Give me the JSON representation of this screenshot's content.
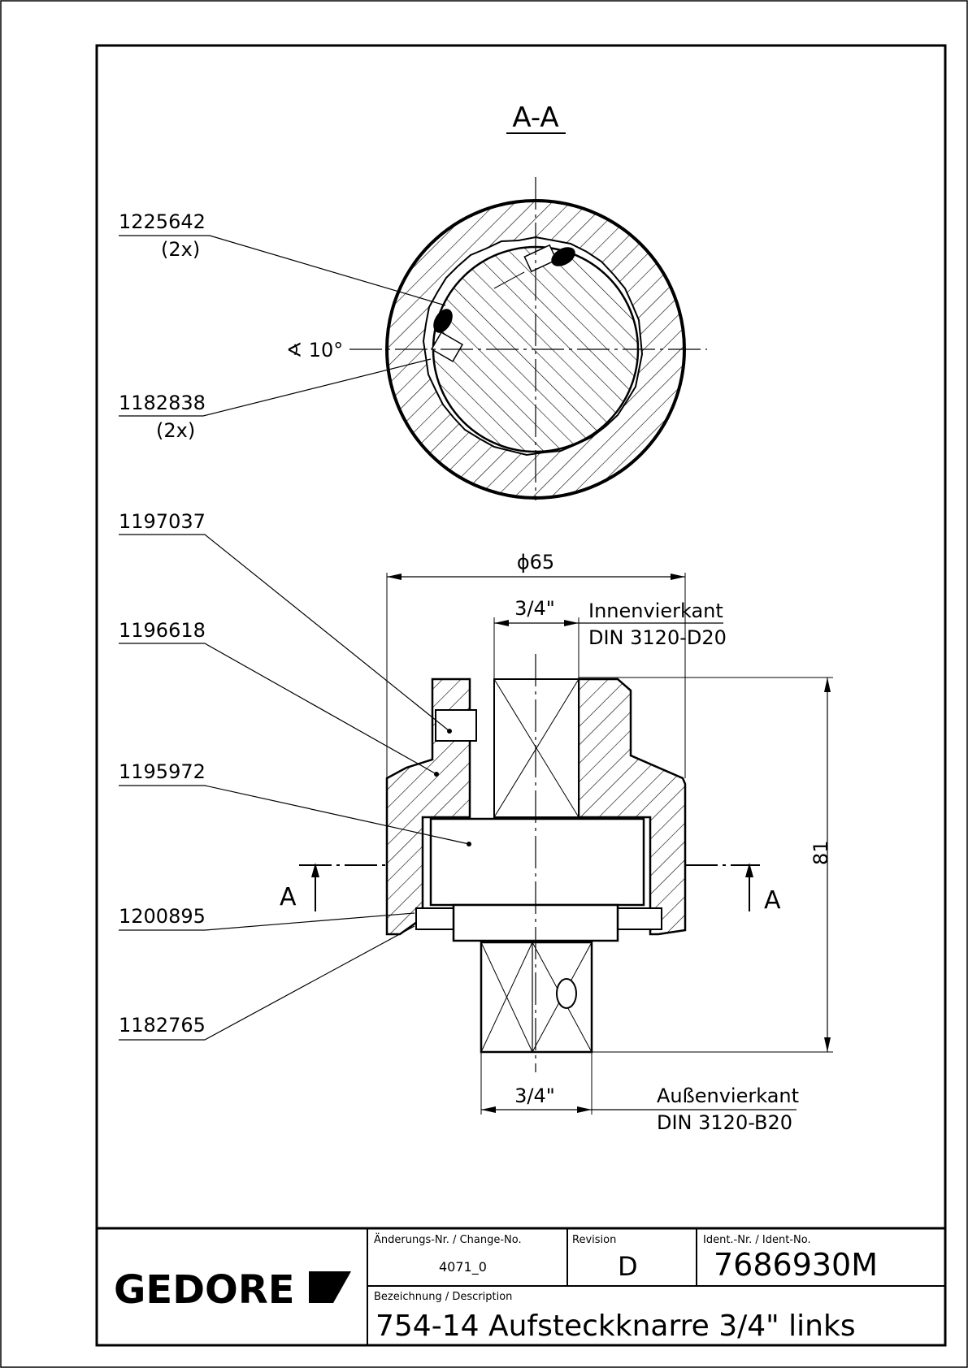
{
  "section_title": "A-A",
  "callouts": {
    "c1225642": {
      "number": "1225642",
      "qty": "(2x)"
    },
    "c1182838": {
      "number": "1182838",
      "qty": "(2x)"
    },
    "c1197037": {
      "number": "1197037"
    },
    "c1196618": {
      "number": "1196618"
    },
    "c1195972": {
      "number": "1195972"
    },
    "c1200895": {
      "number": "1200895"
    },
    "c1182765": {
      "number": "1182765"
    }
  },
  "angle_label": "∢ 10°",
  "dimensions": {
    "diameter": "ϕ65",
    "drive_inner": "3/4\"",
    "inner_square_name": "Innenvierkant",
    "inner_square_std": "DIN 3120-D20",
    "height": "81",
    "drive_outer": "3/4\"",
    "outer_square_name": "Außenvierkant",
    "outer_square_std": "DIN 3120-B20"
  },
  "section_marks": {
    "left": "A",
    "right": "A"
  },
  "title_block": {
    "brand": "GEDORE",
    "change_label": "Änderungs-Nr. / Change-No.",
    "change_value": "4071_0",
    "revision_label": "Revision",
    "revision_value": "D",
    "ident_label": "Ident.-Nr. / Ident-No.",
    "ident_value": "7686930M",
    "description_label": "Bezeichnung / Description",
    "description_value": "754-14 Aufsteckknarre 3/4\" links"
  }
}
